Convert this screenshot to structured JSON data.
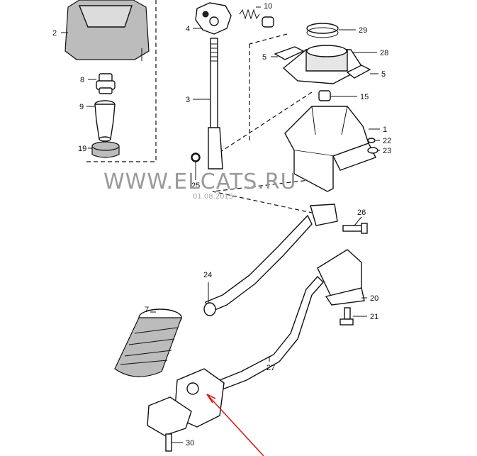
{
  "diagram": {
    "callouts": [
      "2",
      "10",
      "4",
      "29",
      "28",
      "5",
      "5",
      "8",
      "9",
      "3",
      "15",
      "1",
      "22",
      "23",
      "19",
      "25",
      "26",
      "24",
      "20",
      "21",
      "7",
      "27",
      "30"
    ],
    "watermark": "WWW.ELCATS.RU",
    "watermark_date": "01.08.2015"
  },
  "colors": {
    "line": "#111111",
    "annotation": "#d42020",
    "watermark": "#9a9a9a"
  }
}
